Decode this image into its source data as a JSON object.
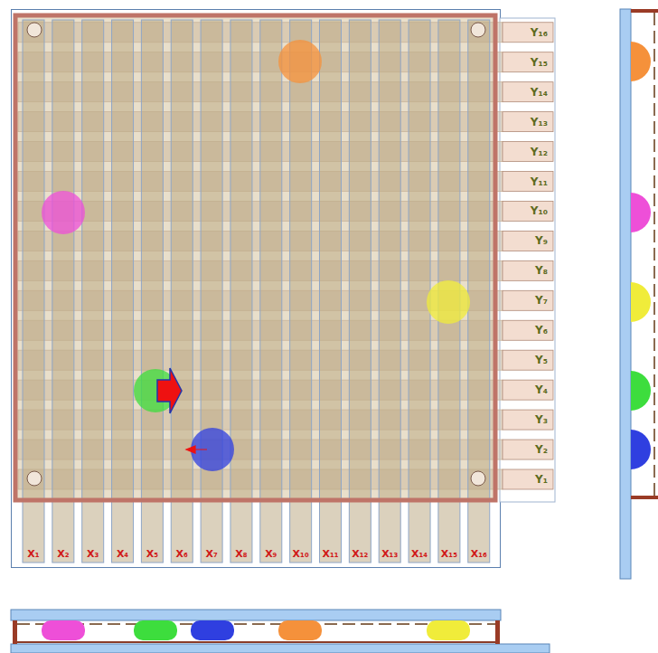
{
  "diagram": {
    "labels": [
      "Y₁₆",
      "Y₁₅",
      "Y₁₄",
      "Y₁₃",
      "Y₁₂",
      "Y₁₁",
      "Y₁₀",
      "Y₉",
      "Y₈",
      "Y₇",
      "Y₆",
      "Y₅",
      "Y₄",
      "Y₃",
      "Y₂",
      "Y₁",
      "X₁",
      "X₂",
      "X₃",
      "X₄",
      "X₅",
      "X₆",
      "X₇",
      "X₈",
      "X₉",
      "X₁₀",
      "X₁₁",
      "X₁₂",
      "X₁₃",
      "X₁₄",
      "X₁₅",
      "X₁₆"
    ]
  }
}
